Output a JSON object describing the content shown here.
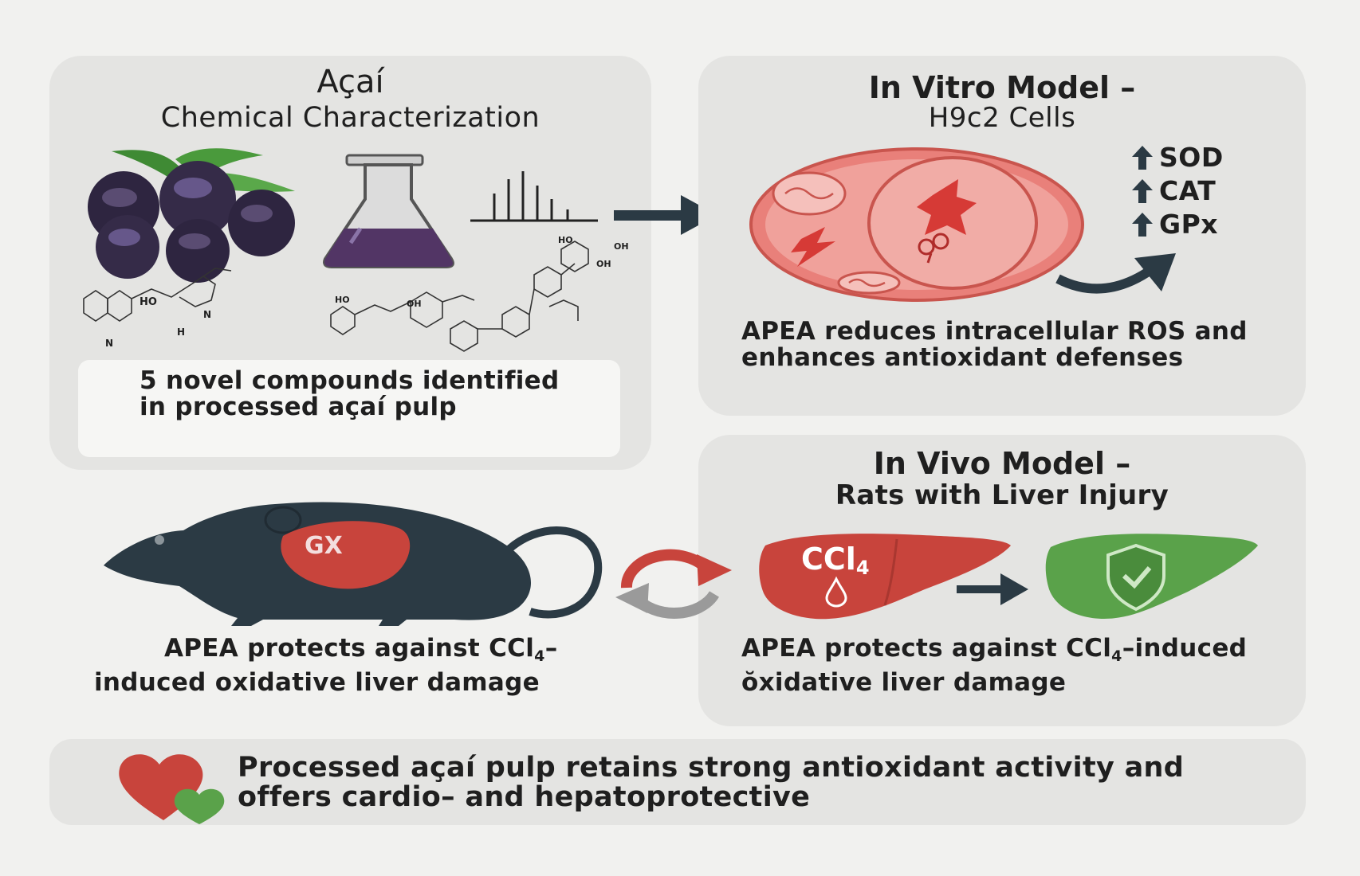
{
  "acai": {
    "title": "Açaí",
    "subtitle": "Chemical Characterization",
    "note": "5 novel compounds identified in processed açaí pulp"
  },
  "vitro": {
    "title": "In Vitro Model –",
    "subtitle": "H9c2 Cells",
    "markers": [
      "SOD",
      "CAT",
      "GPx"
    ],
    "description": "APEA reduces intracellular ROS and enhances antioxidant defenses"
  },
  "vivo": {
    "title": "In Vivo Model –",
    "subtitle": "Rats with Liver Injury",
    "liver_label": "CCl",
    "liver_label_sub": "4",
    "rat_liver_label": "GX",
    "description": {
      "pre": "APEA protects against CCl",
      "sub": "4",
      "post": "–induced ŏxidative liver damage"
    }
  },
  "rat_caption": {
    "pre": "APEA protects against CCl",
    "sub": "4",
    "post": "–induced oxidative liver damage"
  },
  "structure_atoms": {
    "ho1": "HO",
    "h1": "H",
    "n1": "N",
    "n2": "N",
    "ho2": "HO",
    "oh1": "OH",
    "oh2": "OH",
    "ho3": "HO",
    "oh3": "OH"
  },
  "conclusion": "Processed açaí pulp retains strong antioxidant activity and offers cardio– and hepatoprotective",
  "colors": {
    "panel": "#e4e4e2",
    "berry": "#3a2f4c",
    "leaf": "#4a9a3c",
    "liquid": "#523565",
    "cell": "#e9807a",
    "liver": "#c8443c",
    "healthy_liver": "#5aa24a",
    "dark": "#2b3a44"
  }
}
